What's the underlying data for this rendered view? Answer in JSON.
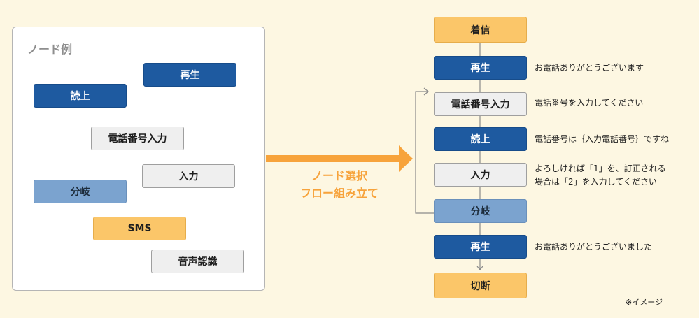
{
  "palette": {
    "background": "#fdf7e2",
    "node_blue": "#1e5aa0",
    "node_light_blue": "#7ba3cf",
    "node_gray": "#efefef",
    "node_orange": "#fbc669",
    "arrow_orange": "#f7a33b"
  },
  "examples": {
    "title": "ノード例",
    "nodes": [
      {
        "label": "再生"
      },
      {
        "label": "読上"
      },
      {
        "label": "電話番号入力"
      },
      {
        "label": "入力"
      },
      {
        "label": "分岐"
      },
      {
        "label": "SMS"
      },
      {
        "label": "音声認識"
      }
    ]
  },
  "arrow": {
    "line1": "ノード選択",
    "line2": "フロー組み立て"
  },
  "flow": {
    "nodes": [
      {
        "label": "着信",
        "description": ""
      },
      {
        "label": "再生",
        "description": "お電話ありがとうございます"
      },
      {
        "label": "電話番号入力",
        "description": "電話番号を入力してください"
      },
      {
        "label": "読上",
        "description": "電話番号は｛入力電話番号｝ですね"
      },
      {
        "label": "入力",
        "description": "よろしければ「1」を、訂正される",
        "description2": "場合は「2」を入力してください"
      },
      {
        "label": "分岐",
        "description": ""
      },
      {
        "label": "再生",
        "description": "お電話ありがとうございました"
      },
      {
        "label": "切断",
        "description": ""
      }
    ]
  },
  "note": "※イメージ"
}
